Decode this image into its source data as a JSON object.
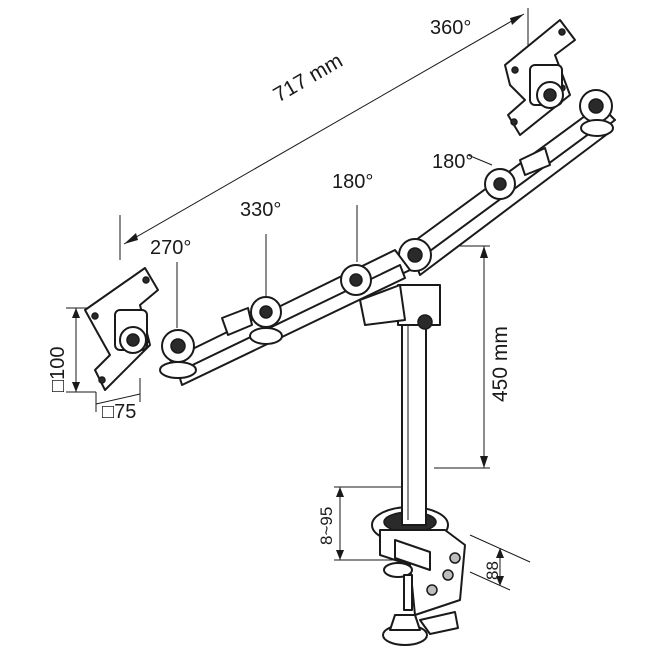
{
  "labels": {
    "rotation_top_right": "360°",
    "width_dimension": "717 mm",
    "tilt_right_arm": "180°",
    "joint_center": "180°",
    "joint_left_mid": "330°",
    "joint_left_outer": "270°",
    "vesa_vertical": "□100",
    "vesa_horizontal": "□75",
    "pole_height": "450 mm",
    "clamp_range": "8~95",
    "clamp_depth": "88"
  }
}
